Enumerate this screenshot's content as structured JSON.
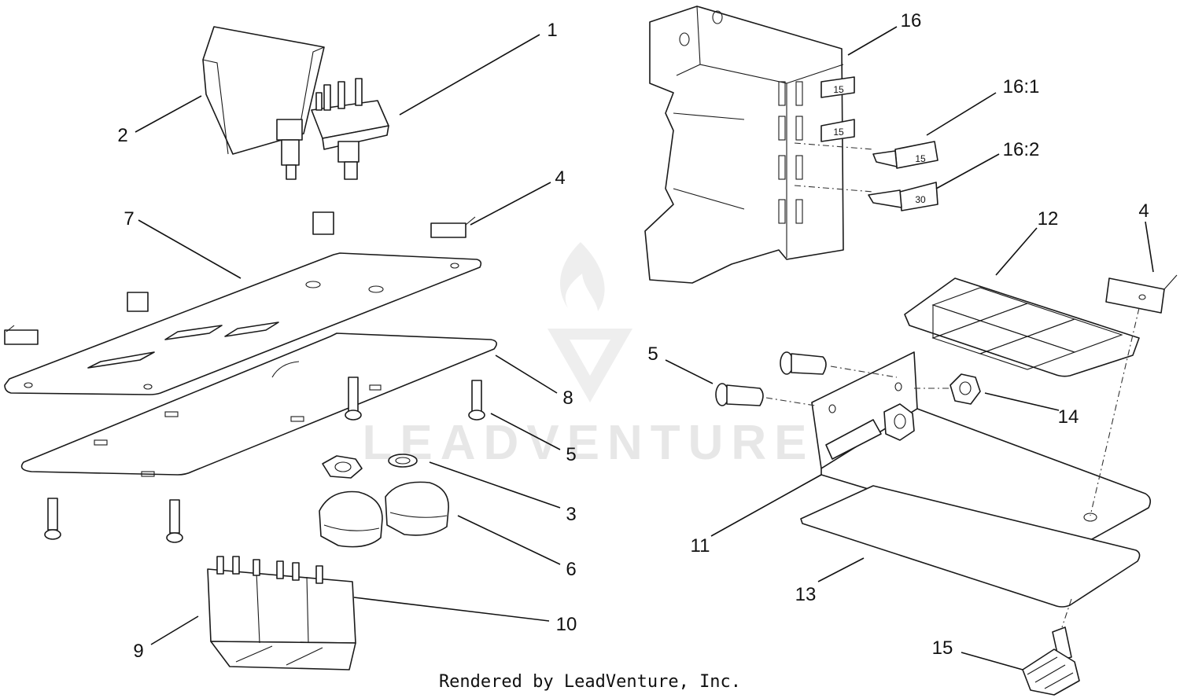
{
  "diagram": {
    "watermark": "LEADVENTURE",
    "footer": "Rendered by LeadVenture, Inc.",
    "callouts": {
      "c1": "1",
      "c2": "2",
      "c3": "3",
      "c4a": "4",
      "c4b": "4",
      "c5a": "5",
      "c5b": "5",
      "c6": "6",
      "c7": "7",
      "c8": "8",
      "c9": "9",
      "c10": "10",
      "c11": "11",
      "c12": "12",
      "c13": "13",
      "c14": "14",
      "c15": "15",
      "c16": "16",
      "c16_1": "16:1",
      "c16_2": "16:2"
    },
    "fuse_labels": {
      "fuse_a": "15",
      "fuse_b": "15",
      "fuse_16_1": "15",
      "fuse_16_2": "30"
    }
  }
}
